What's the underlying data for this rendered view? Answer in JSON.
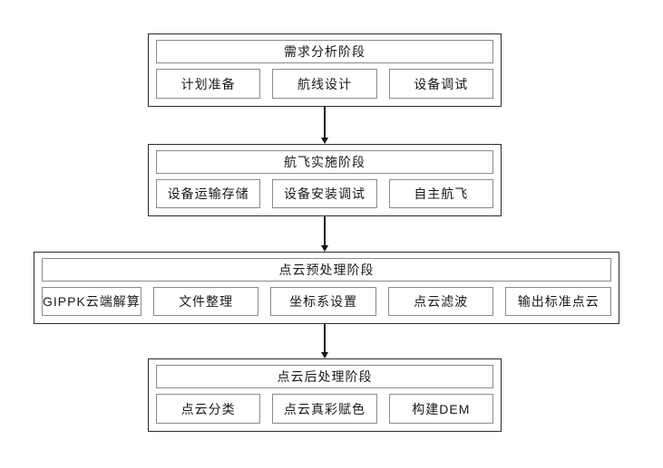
{
  "diagram": {
    "type": "flowchart",
    "colors": {
      "background": "#ffffff",
      "outer_border": "#2b2b2b",
      "inner_border": "#8a8a8a",
      "arrow": "#111111",
      "text": "#1a1a1a"
    },
    "stages": [
      {
        "title": "需求分析阶段",
        "items": [
          "计划准备",
          "航线设计",
          "设备调试"
        ]
      },
      {
        "title": "航飞实施阶段",
        "items": [
          "设备运输存储",
          "设备安装调试",
          "自主航飞"
        ]
      },
      {
        "title": "点云预处理阶段",
        "items": [
          "GIPPK云端解算",
          "文件整理",
          "坐标系设置",
          "点云滤波",
          "输出标准点云"
        ]
      },
      {
        "title": "点云后处理阶段",
        "items": [
          "点云分类",
          "点云真彩赋色",
          "构建DEM"
        ]
      }
    ]
  }
}
